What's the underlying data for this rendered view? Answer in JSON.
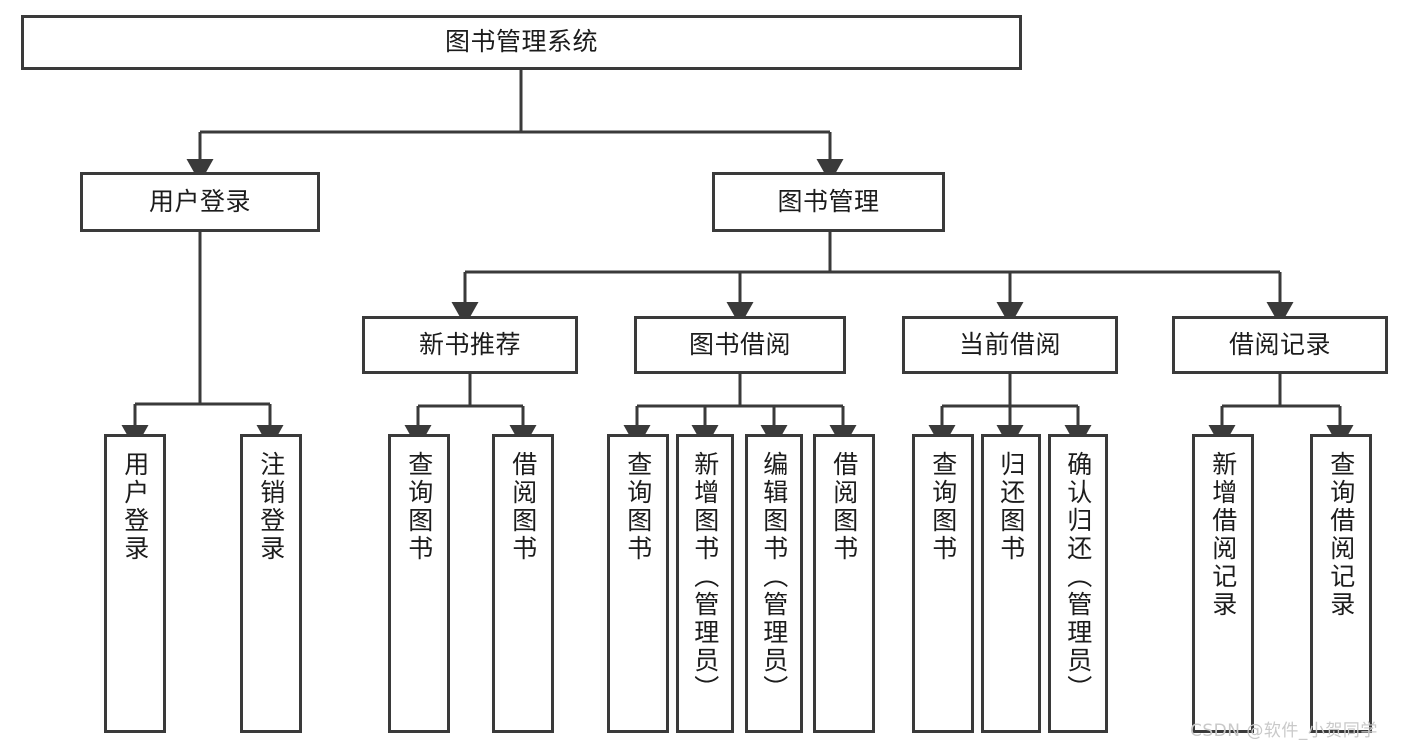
{
  "diagram": {
    "title": "图书管理系统",
    "watermark": "CSDN @软件_小贺同学",
    "stroke_color": "#3a3a3a",
    "background_color": "#ffffff",
    "text_color": "#1c1c1c",
    "watermark_color": "#c9c9c9"
  },
  "nodes": {
    "root": {
      "label": "图书管理系统"
    },
    "level1": [
      {
        "label": "用户登录"
      },
      {
        "label": "图书管理"
      }
    ],
    "level2": [
      {
        "label": "新书推荐"
      },
      {
        "label": "图书借阅"
      },
      {
        "label": "当前借阅"
      },
      {
        "label": "借阅记录"
      }
    ],
    "leaves": {
      "user_login": [
        {
          "label": "用户登录"
        },
        {
          "label": "注销登录"
        }
      ],
      "new_book_recommend": [
        {
          "label": "查询图书"
        },
        {
          "label": "借阅图书"
        }
      ],
      "book_borrow": [
        {
          "label": "查询图书"
        },
        {
          "label": "新增图书（管理员）"
        },
        {
          "label": "编辑图书（管理员）"
        },
        {
          "label": "借阅图书"
        }
      ],
      "current_borrow": [
        {
          "label": "查询图书"
        },
        {
          "label": "归还图书"
        },
        {
          "label": "确认归还（管理员）"
        }
      ],
      "borrow_records": [
        {
          "label": "新增借阅记录"
        },
        {
          "label": "查询借阅记录"
        }
      ]
    }
  }
}
